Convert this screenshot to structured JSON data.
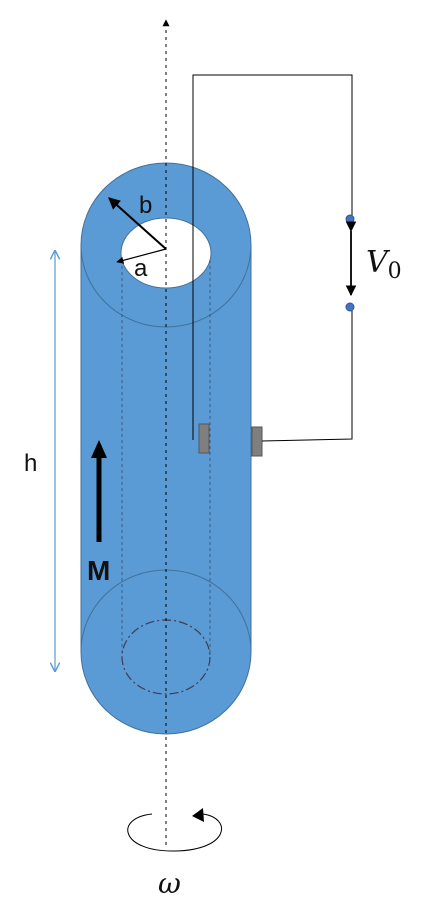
{
  "labels": {
    "outer_radius": "b",
    "inner_radius": "a",
    "height": "h",
    "magnetization": "M",
    "voltage_symbol": "V",
    "voltage_subscript": "0",
    "angular_velocity": "ω"
  },
  "colors": {
    "cylinder_fill": "#5b9bd5",
    "cylinder_edge": "#41719c",
    "height_arrow": "#5b9bd5",
    "contact": "#7f7f7f",
    "wire": "#000000",
    "terminal": "#4472c4"
  }
}
